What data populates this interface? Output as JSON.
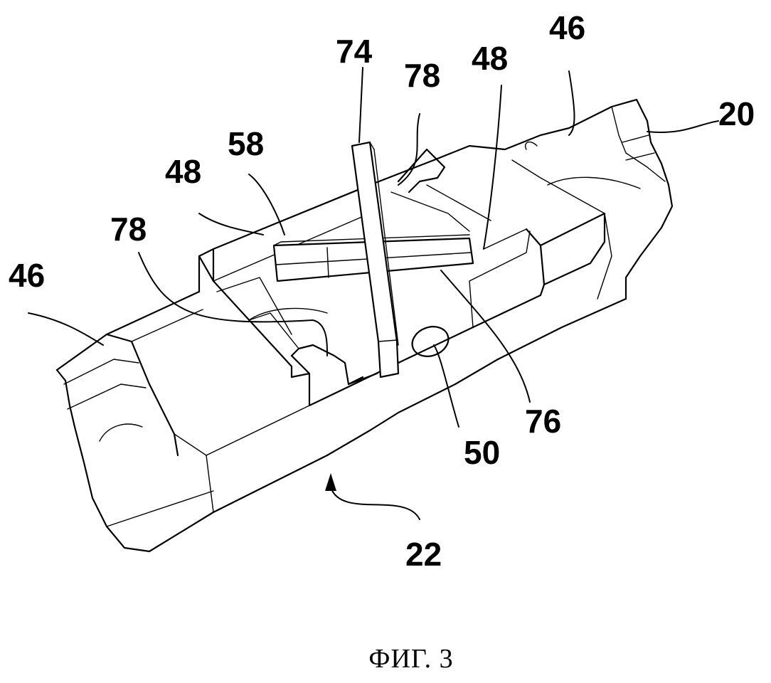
{
  "figure": {
    "caption": "ФИГ. 3",
    "labels": {
      "l74": "74",
      "l78_top": "78",
      "l48_top": "48",
      "l46_top": "46",
      "l20": "20",
      "l58": "58",
      "l48_left": "48",
      "l78_left": "78",
      "l46_left": "46",
      "l76": "76",
      "l50": "50",
      "l22": "22"
    }
  }
}
